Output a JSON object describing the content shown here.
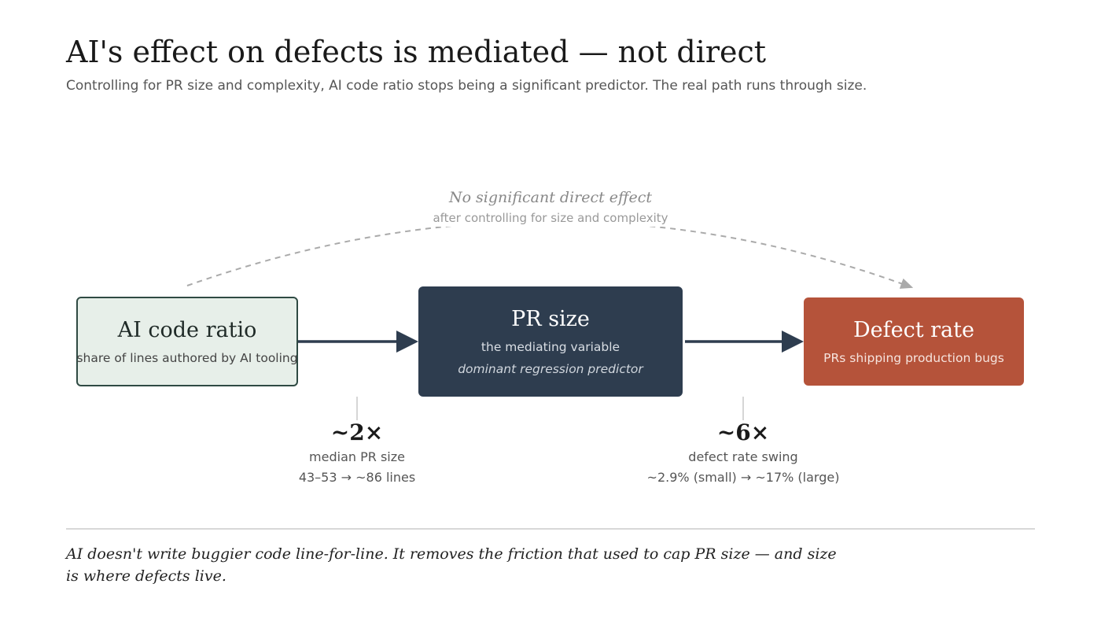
{
  "header": {
    "title": "AI's effect on defects is mediated — not direct",
    "subtitle": "Controlling for PR size and complexity, AI code ratio stops being a significant predictor. The real path runs through size."
  },
  "nodes": {
    "ai": {
      "title": "AI code ratio",
      "subtitle": "share of lines authored by AI tooling"
    },
    "pr": {
      "title": "PR size",
      "subtitle": "the mediating variable",
      "note": "dominant regression predictor"
    },
    "defect": {
      "title": "Defect rate",
      "subtitle": "PRs shipping production bugs"
    }
  },
  "direct_effect": {
    "title": "No significant direct effect",
    "subtitle": "after controlling for size and complexity"
  },
  "stats": [
    {
      "value": "~2×",
      "label": "median PR size",
      "detail": "43–53 → ~86 lines"
    },
    {
      "value": "~6×",
      "label": "defect rate swing",
      "detail": "~2.9% (small) → ~17% (large)"
    }
  ],
  "footnote": "AI doesn't write buggier code line-for-line. It removes the friction that used to cap PR size — and size is where defects live.",
  "colors": {
    "ai_fill": "#e7efe9",
    "ai_border": "#2f4a43",
    "pr_fill": "#2e3d4f",
    "defect_fill": "#b5533a",
    "arrow": "#2e3d4f",
    "direct_arc": "#aaaaaa"
  }
}
